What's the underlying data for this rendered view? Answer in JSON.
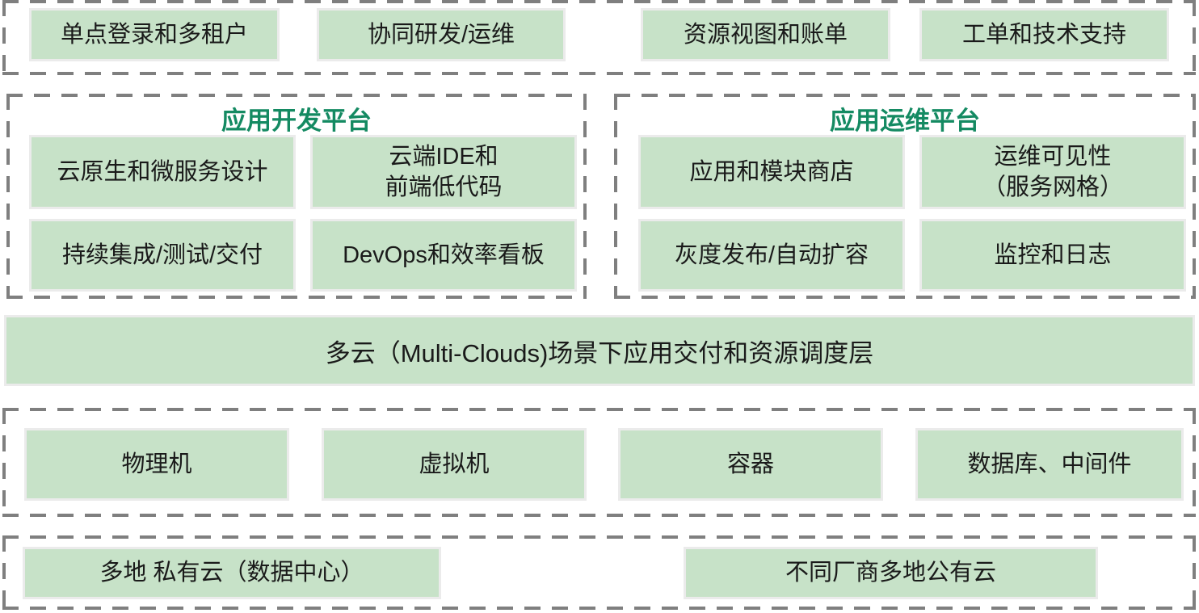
{
  "diagram": {
    "top_row": {
      "items": [
        "单点登录和多租户",
        "协同研发/运维",
        "资源视图和账单",
        "工单和技术支持"
      ]
    },
    "dev_platform": {
      "title": "应用开发平台",
      "items": [
        "云原生和微服务设计",
        "云端IDE和\n前端低代码",
        "持续集成/测试/交付",
        "DevOps和效率看板"
      ]
    },
    "ops_platform": {
      "title": "应用运维平台",
      "items": [
        "应用和模块商店",
        "运维可见性\n（服务网格）",
        "灰度发布/自动扩容",
        "监控和日志"
      ]
    },
    "scheduling_layer": {
      "label": "多云（Multi-Clouds)场景下应用交付和资源调度层"
    },
    "infrastructure": {
      "items": [
        "物理机",
        "虚拟机",
        "容器",
        "数据库、中间件"
      ]
    },
    "clouds": {
      "items": [
        "多地 私有云（数据中心）",
        "不同厂商多地公有云"
      ]
    }
  },
  "colors": {
    "box_fill": "#c7e2c8",
    "box_border": "#ebebeb",
    "dashed_border": "#7f7f7f",
    "platform_title_green": "#148a62",
    "text": "#1a1a1a"
  }
}
